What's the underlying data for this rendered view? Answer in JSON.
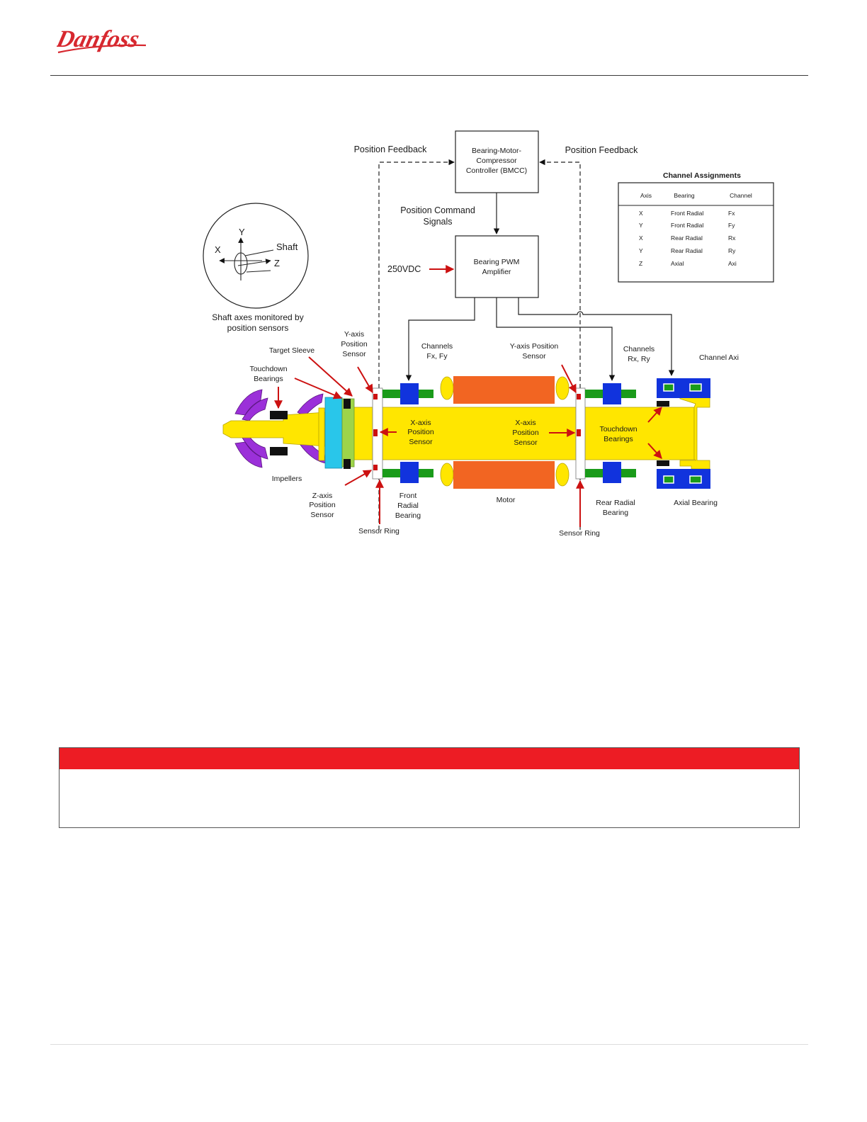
{
  "brand": {
    "logo_text": "Danfoss",
    "color": "#d7282f"
  },
  "colors": {
    "shaft": "#ffe600",
    "bearing_blue": "#1133dd",
    "bearing_green": "#1a9b1a",
    "motor": "#f26522",
    "impeller": "#9b30d9",
    "sleeve_cyan": "#29c6ea",
    "sleeve_green": "#9ed44a",
    "arrow_red": "#cc1111",
    "warning_red": "#ed1c24"
  },
  "diagram": {
    "controller": {
      "line1": "Bearing-Motor-",
      "line2": "Compressor",
      "line3": "Controller (BMCC)"
    },
    "feedback_left": "Position Feedback",
    "feedback_right": "Position Feedback",
    "command": {
      "line1": "Position Command",
      "line2": "Signals"
    },
    "supply": "250VDC",
    "amplifier": {
      "line1": "Bearing PWM",
      "line2": "Amplifier"
    },
    "axes_circle": {
      "y": "Y",
      "x": "X",
      "z": "Z",
      "shaft": "Shaft",
      "caption1": "Shaft axes monitored by",
      "caption2": "position sensors"
    },
    "channel_table": {
      "title": "Channel Assignments",
      "headers": [
        "Axis",
        "Bearing",
        "Channel"
      ],
      "rows": [
        [
          "X",
          "Front Radial",
          "Fx"
        ],
        [
          "Y",
          "Front Radial",
          "Fy"
        ],
        [
          "X",
          "Rear Radial",
          "Rx"
        ],
        [
          "Y",
          "Rear Radial",
          "Ry"
        ],
        [
          "Z",
          "Axial",
          "Axi"
        ]
      ]
    },
    "labels": {
      "y_sensor_left": [
        "Y-axis",
        "Position",
        "Sensor"
      ],
      "target_sleeve": "Target Sleeve",
      "touchdown_left": [
        "Touchdown",
        "Bearings"
      ],
      "channels_f": [
        "Channels",
        "Fx, Fy"
      ],
      "y_sensor_right": [
        "Y-axis Position",
        "Sensor"
      ],
      "channels_r": [
        "Channels",
        "Rx, Ry"
      ],
      "channel_axi": "Channel Axi",
      "x_sensor_left": [
        "X-axis",
        "Position",
        "Sensor"
      ],
      "x_sensor_right": [
        "X-axis",
        "Position",
        "Sensor"
      ],
      "touchdown_right": [
        "Touchdown",
        "Bearings"
      ],
      "impellers": "Impellers",
      "z_sensor": [
        "Z-axis",
        "Position",
        "Sensor"
      ],
      "front_radial": [
        "Front",
        "Radial",
        "Bearing"
      ],
      "motor": "Motor",
      "rear_radial": [
        "Rear Radial",
        "Bearing"
      ],
      "axial_bearing": "Axial Bearing",
      "sensor_ring_left": "Sensor Ring",
      "sensor_ring_right": "Sensor Ring"
    }
  }
}
